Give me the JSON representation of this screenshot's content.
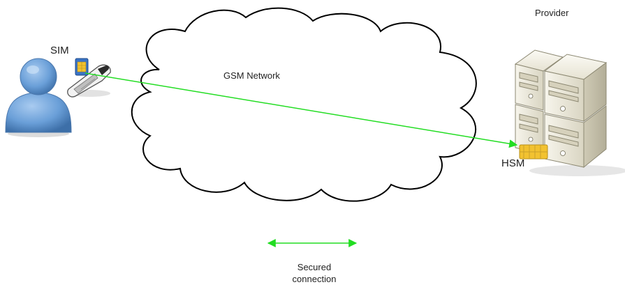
{
  "labels": {
    "provider": "Provider",
    "sim": "SIM",
    "gsm_network": "GSM Network",
    "hsm": "HSM",
    "secured_line1": "Secured",
    "secured_line2": "connection"
  },
  "colors": {
    "connection": "#22dd22",
    "user": "#6a9fd8",
    "user_dark": "#3d6fa8",
    "server_body": "#eeebdc",
    "server_edge": "#8c8872",
    "hsm": "#f2c230",
    "cloud_stroke": "#000000"
  },
  "icons": [
    "user-icon",
    "phone-icon",
    "sim-card-icon",
    "server-cluster-icon",
    "hsm-chip-icon",
    "cloud-shape"
  ]
}
